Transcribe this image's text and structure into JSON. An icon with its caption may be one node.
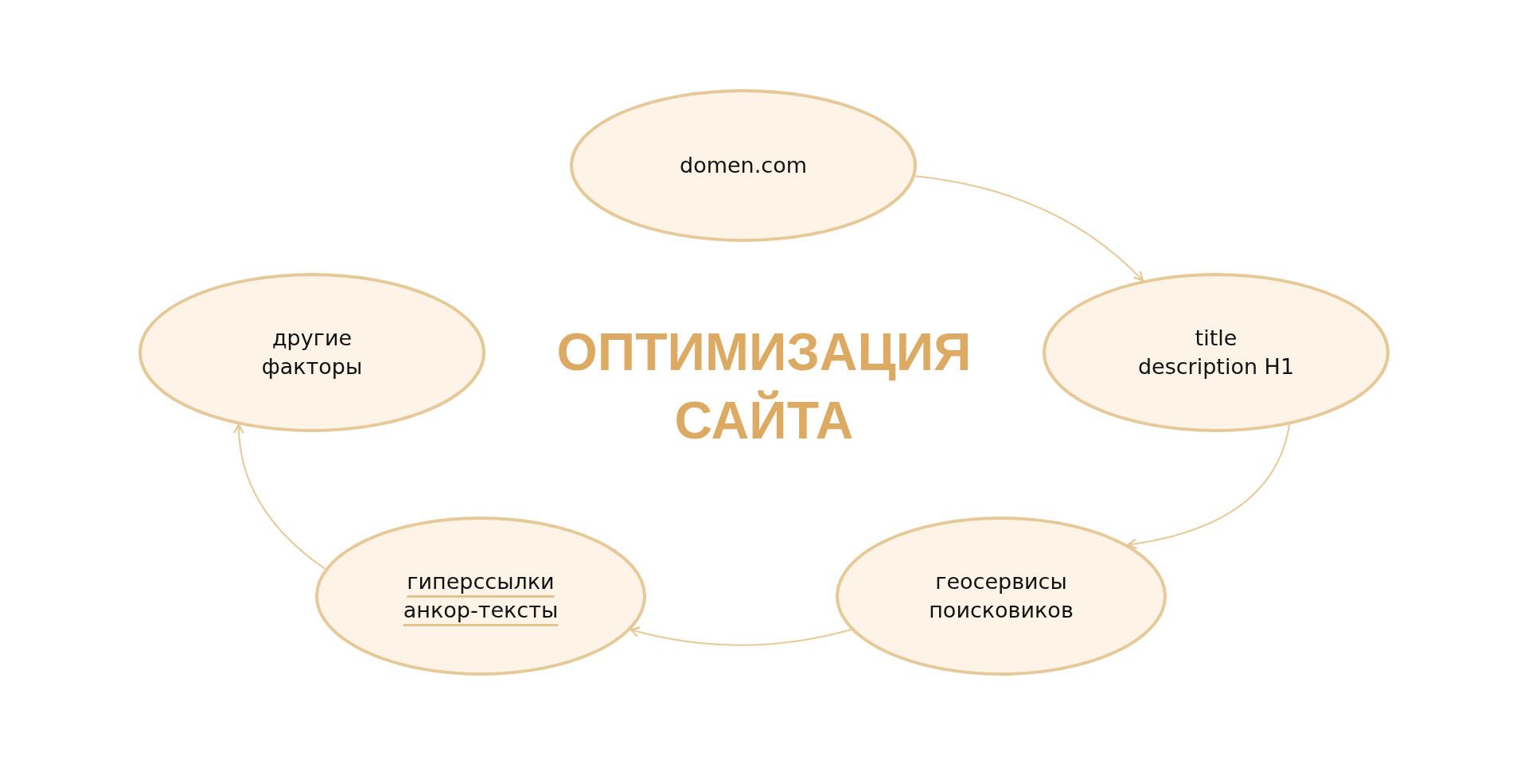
{
  "diagram": {
    "title": "ОПТИМИЗАЦИЯ САЙТА",
    "nodes": [
      {
        "text": [
          "domen.com"
        ]
      },
      {
        "text": [
          "title description H1"
        ]
      },
      {
        "text": [
          "геосервисы поисковиков"
        ]
      },
      {
        "text": [
          "гиперссылки анкор-тексты"
        ]
      },
      {
        "text": [
          "другие факторы"
        ]
      }
    ],
    "edges": [
      {
        "from": 0,
        "to": 1,
        "arrow": "to"
      },
      {
        "from": 1,
        "to": 2,
        "arrow": "to"
      },
      {
        "from": 2,
        "to": 3,
        "arrow": "to"
      },
      {
        "from": 3,
        "to": 4,
        "arrow": "to"
      }
    ]
  }
}
